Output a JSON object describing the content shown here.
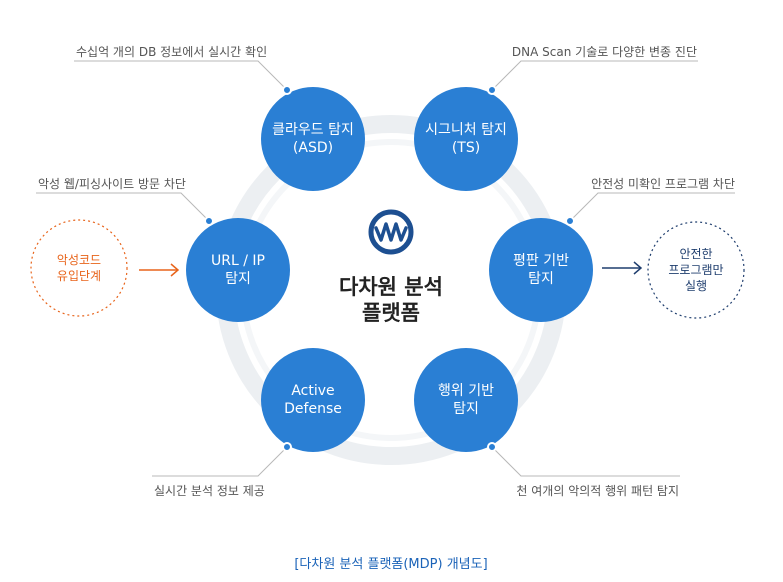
{
  "center": {
    "title_line1": "다차원 분석",
    "title_line2": "플랫폼",
    "logo_icon": "wave-logo-icon"
  },
  "nodes": [
    {
      "id": "cloud",
      "line1": "클라우드 탐지",
      "line2": "(ASD)"
    },
    {
      "id": "signature",
      "line1": "시그니처 탐지",
      "line2": "(TS)"
    },
    {
      "id": "reputation",
      "line1": "평판 기반",
      "line2": "탐지"
    },
    {
      "id": "behavior",
      "line1": "행위 기반",
      "line2": "탐지"
    },
    {
      "id": "active",
      "line1": "Active",
      "line2": "Defense"
    },
    {
      "id": "urlip",
      "line1": "URL / IP",
      "line2": "탐지"
    }
  ],
  "annotations": {
    "cloud": "수십억 개의 DB 정보에서 실시간 확인",
    "signature": "DNA Scan 기술로 다양한 변종 진단",
    "reputation": "안전성 미확인 프로그램 차단",
    "behavior": "천 여개의 악의적 행위 패턴 탐지",
    "active": "실시간 분석 정보 제공",
    "urlip": "악성 웹/피싱사이트 방문 차단"
  },
  "input": {
    "line1": "악성코드",
    "line2": "유입단계"
  },
  "output": {
    "line1": "안전한",
    "line2": "프로그램만",
    "line3": "실행"
  },
  "caption": "[다차원 분석 플랫폼(MDP) 개념도]",
  "colors": {
    "node": "#2a7fd4",
    "ring": "#eceff2",
    "input_accent": "#e8641b",
    "output_accent": "#1f3e6e",
    "leader": "#b8b8b8",
    "caption": "#1b63b8"
  }
}
